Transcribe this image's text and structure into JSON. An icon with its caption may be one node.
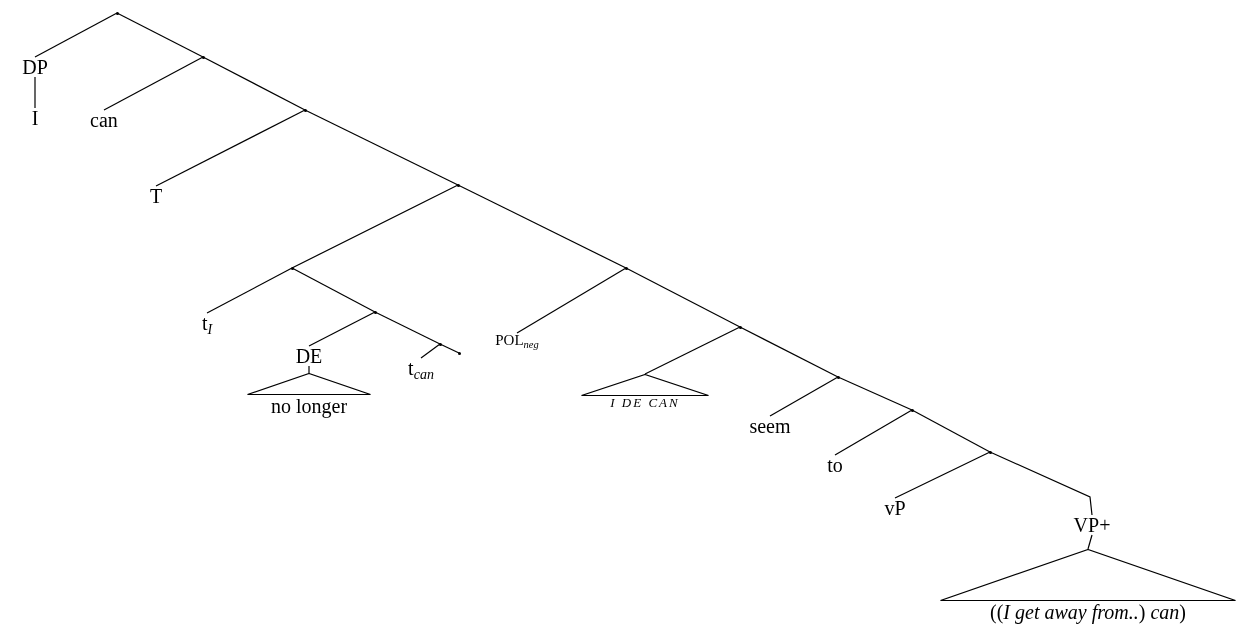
{
  "diagram": {
    "nodes": [
      {
        "text": [],
        "shape": "point"
      },
      {
        "text": [
          "DP"
        ]
      },
      {
        "text": [
          "I"
        ]
      },
      {
        "text": [],
        "shape": "point"
      },
      {
        "text": [
          "can"
        ]
      },
      {
        "text": [],
        "shape": "point"
      },
      {
        "text": [
          "T"
        ]
      },
      {
        "text": [],
        "shape": "point"
      },
      {
        "text": [],
        "shape": "point"
      },
      {
        "text": [
          "t$_{I}$"
        ]
      },
      {
        "text": [],
        "shape": "point"
      },
      {
        "text": [
          "DE"
        ]
      },
      {
        "text": [
          "no longer"
        ]
      },
      {
        "text": [],
        "shape": "point"
      },
      {
        "text": [
          "t$_{can}$"
        ]
      },
      {
        "text": [],
        "shape": "point"
      },
      {
        "text": [],
        "shape": "point"
      },
      {
        "text": [
          "POL$_{neg}$"
        ]
      },
      {
        "text": [],
        "shape": "point"
      },
      {
        "text": [
          "I DE CAN"
        ]
      },
      {
        "text": [],
        "shape": "point"
      },
      {
        "text": [
          "seem"
        ]
      },
      {
        "text": [],
        "shape": "point"
      },
      {
        "text": [
          "to"
        ]
      },
      {
        "text": [],
        "shape": "point"
      },
      {
        "text": [
          "vP"
        ]
      },
      {
        "text": [
          "VP+"
        ]
      },
      {
        "text": [
          "((*I get away from..*) *can*)"
        ]
      }
    ],
    "edges": [
      {
        "from": 0,
        "to": 1,
        "arrow": "none"
      },
      {
        "from": 0,
        "to": 3,
        "arrow": "none"
      },
      {
        "from": 1,
        "to": 2,
        "arrow": "none"
      },
      {
        "from": 3,
        "to": 4,
        "arrow": "none"
      },
      {
        "from": 3,
        "to": 5,
        "arrow": "none"
      },
      {
        "from": 5,
        "to": 6,
        "arrow": "none"
      },
      {
        "from": 5,
        "to": 7,
        "arrow": "none"
      },
      {
        "from": 7,
        "to": 8,
        "arrow": "none"
      },
      {
        "from": 7,
        "to": 16,
        "arrow": "none"
      },
      {
        "from": 8,
        "to": 9,
        "arrow": "none"
      },
      {
        "from": 8,
        "to": 10,
        "arrow": "none"
      },
      {
        "from": 10,
        "to": 11,
        "arrow": "none"
      },
      {
        "from": 10,
        "to": 13,
        "arrow": "none"
      },
      {
        "from": 11,
        "to": 12,
        "arrow": "none"
      },
      {
        "from": 13,
        "to": 14,
        "arrow": "none"
      },
      {
        "from": 13,
        "to": 15,
        "arrow": "none"
      },
      {
        "from": 16,
        "to": 17,
        "arrow": "none"
      },
      {
        "from": 16,
        "to": 18,
        "arrow": "none"
      },
      {
        "from": 18,
        "to": 19,
        "arrow": "none"
      },
      {
        "from": 18,
        "to": 20,
        "arrow": "none"
      },
      {
        "from": 20,
        "to": 21,
        "arrow": "none"
      },
      {
        "from": 20,
        "to": 22,
        "arrow": "none"
      },
      {
        "from": 22,
        "to": 23,
        "arrow": "none"
      },
      {
        "from": 22,
        "to": 24,
        "arrow": "none"
      },
      {
        "from": 24,
        "to": 25,
        "arrow": "none"
      },
      {
        "from": 24,
        "to": 26,
        "arrow": "none"
      },
      {
        "from": 26,
        "to": 27,
        "arrow": "none"
      }
    ]
  }
}
